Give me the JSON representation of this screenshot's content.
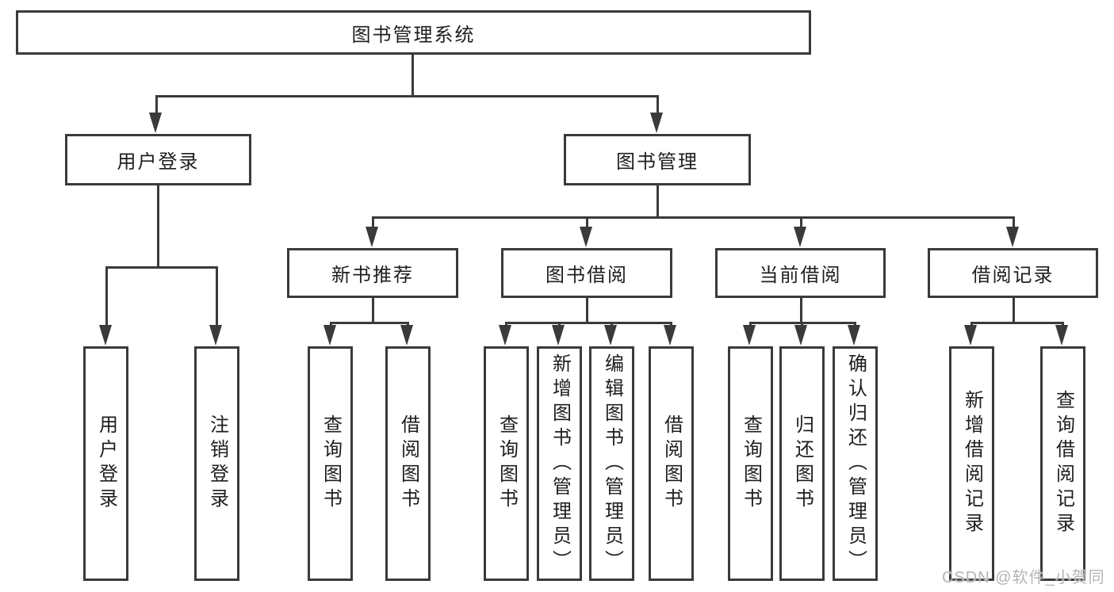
{
  "tree": {
    "root": {
      "label": "图书管理系统",
      "children": [
        {
          "label": "用户登录",
          "children": [
            {
              "label": "用户登录"
            },
            {
              "label": "注销登录"
            }
          ]
        },
        {
          "label": "图书管理",
          "children": [
            {
              "label": "新书推荐",
              "children": [
                {
                  "label": "查询图书"
                },
                {
                  "label": "借阅图书"
                }
              ]
            },
            {
              "label": "图书借阅",
              "children": [
                {
                  "label": "查询图书"
                },
                {
                  "label": "新增图书（管理员）"
                },
                {
                  "label": "编辑图书（管理员）"
                },
                {
                  "label": "借阅图书"
                }
              ]
            },
            {
              "label": "当前借阅",
              "children": [
                {
                  "label": "查询图书"
                },
                {
                  "label": "归还图书"
                },
                {
                  "label": "确认归还（管理员）"
                }
              ]
            },
            {
              "label": "借阅记录",
              "children": [
                {
                  "label": "新增借阅记录"
                },
                {
                  "label": "查询借阅记录"
                }
              ]
            }
          ]
        }
      ]
    }
  },
  "watermark": {
    "text": "CSDN @软件_小贺同学"
  },
  "colors": {
    "line": "#3a3a3a",
    "text": "#1e1e1e",
    "box_fill": "#ffffff",
    "watermark": "#b5b5b5",
    "background": "#ffffff"
  }
}
